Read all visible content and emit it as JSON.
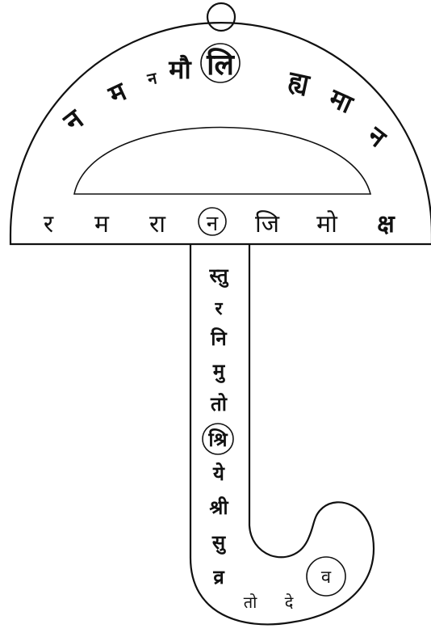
{
  "colors": {
    "ink": "#111111",
    "paper": "#ffffff"
  },
  "arc_letters": [
    "न",
    "म",
    "न",
    "मौ",
    "लि",
    "ह्य",
    "मा",
    "न"
  ],
  "bar_letters": [
    "र",
    "म",
    "रा",
    "न",
    "जि",
    "मो",
    "क्ष"
  ],
  "stem_letters": [
    "स्तु",
    "र",
    "नि",
    "मु",
    "तो",
    "श्रि",
    "ये",
    "श्री",
    "सु",
    "व्र"
  ],
  "hook_letters": [
    "तो",
    "दे",
    "व"
  ]
}
